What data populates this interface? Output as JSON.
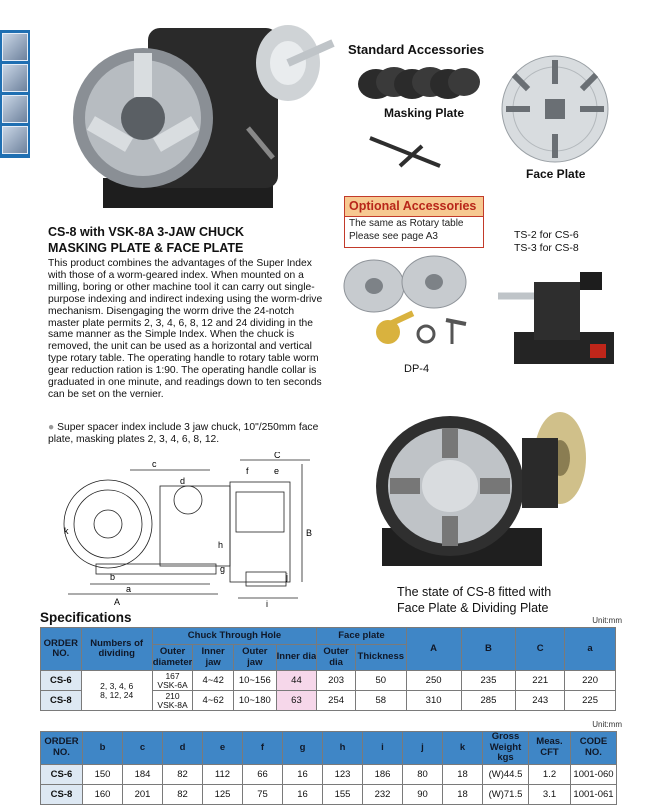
{
  "accessories": {
    "standard_title": "Standard Accessories",
    "masking_plate": "Masking Plate",
    "face_plate": "Face Plate",
    "optional_title": "Optional Accessories",
    "optional_line1": "The same as Rotary table",
    "optional_line2": "Please see page A3",
    "ts2": "TS-2  for CS-6",
    "ts3": "TS-3  for CS-8",
    "dp": "DP-4"
  },
  "product": {
    "heading1": "CS-8 with VSK-8A 3-JAW CHUCK",
    "heading2": "MASKING PLATE & FACE PLATE",
    "description": "This product combines the advantages of the Super Index with those of a worm-geared index. When mounted on a milling, boring or other machine tool it can carry out single-purpose indexing and indirect indexing using the worm-drive mechanism. Disengaging the worm drive the 24-notch master plate permits 2, 3, 4, 6, 8, 12 and 24 dividing in the same manner as the Simple Index. When the chuck is removed, the unit can be used as a horizontal and vertical type rotary table. The operating handle to rotary table worm gear reduction ration is 1:90. The operating handle collar is graduated in one minute, and readings down to ten seconds can be set on the vernier.",
    "bullet": "Super spacer index include 3 jaw chuck, 10\"/250mm face plate, masking plates 2, 3, 4, 6, 8, 12.",
    "caption1": "The state of CS-8 fitted with",
    "caption2": "Face Plate & Dividing Plate"
  },
  "diagram_labels": {
    "c_top": "C",
    "c": "c",
    "f": "f",
    "e": "e",
    "d": "d",
    "k": "k",
    "b": "b",
    "a_small": "a",
    "a_big": "A",
    "g": "g",
    "h": "h",
    "j": "j",
    "i": "i",
    "B": "B"
  },
  "spec": {
    "title": "Specifications",
    "unit": "Unit:mm",
    "table1": {
      "h_order": "ORDER NO.",
      "h_dividing": "Numbers of dividing",
      "h_chuck": "Chuck Through Hole",
      "h_faceplate": "Face plate",
      "h_A": "A",
      "h_B": "B",
      "h_C": "C",
      "h_a": "a",
      "h_outer_diameter": "Outer diameter",
      "h_inner_jaw": "Inner jaw",
      "h_outer_jaw": "Outer jaw",
      "h_inner_dia": "Inner dia",
      "h_fp_outer": "Outer dia",
      "h_thickness": "Thickness",
      "dividing": "2, 3, 4, 6\n8, 12, 24",
      "rows": [
        {
          "order": "CS-6",
          "outer_dia": "167\nVSK-6A",
          "inner_jaw": "4~42",
          "outer_jaw": "10~156",
          "inner_dia": "44",
          "fp_outer": "203",
          "thickness": "50",
          "A": "250",
          "B": "235",
          "C": "221",
          "a": "220"
        },
        {
          "order": "CS-8",
          "outer_dia": "210\nVSK-8A",
          "inner_jaw": "4~62",
          "outer_jaw": "10~180",
          "inner_dia": "63",
          "fp_outer": "254",
          "thickness": "58",
          "A": "310",
          "B": "285",
          "C": "243",
          "a": "225"
        }
      ]
    },
    "table2": {
      "headers": [
        "ORDER NO.",
        "b",
        "c",
        "d",
        "e",
        "f",
        "g",
        "h",
        "i",
        "j",
        "k",
        "Gross Weight kgs",
        "Meas. CFT",
        "CODE NO."
      ],
      "rows": [
        [
          "CS-6",
          "150",
          "184",
          "82",
          "112",
          "66",
          "16",
          "123",
          "186",
          "80",
          "18",
          "(W)44.5",
          "1.2",
          "1001-060"
        ],
        [
          "CS-8",
          "160",
          "201",
          "82",
          "125",
          "75",
          "16",
          "155",
          "232",
          "90",
          "18",
          "(W)71.5",
          "3.1",
          "1001-061"
        ]
      ]
    }
  }
}
